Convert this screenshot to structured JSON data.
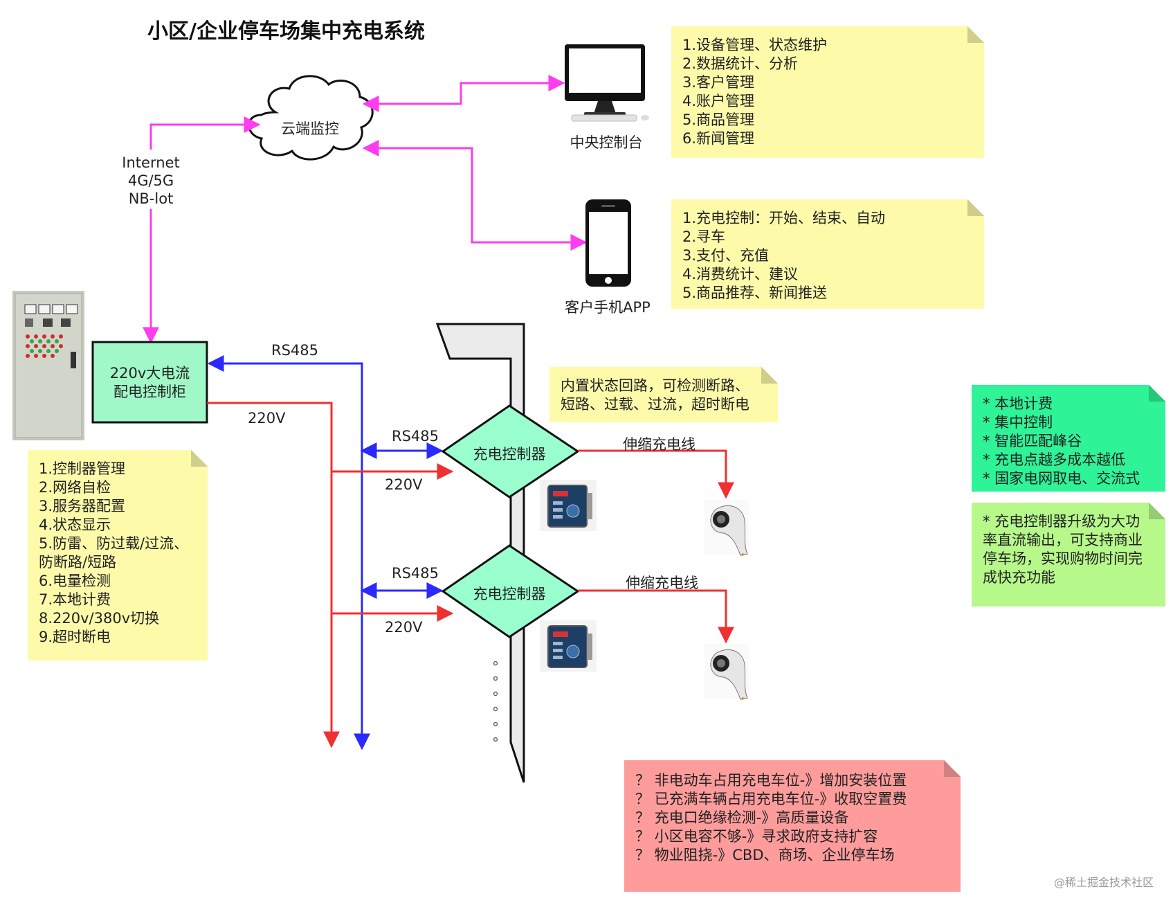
{
  "title": "小区/企业停车场集中充电系统",
  "cloud": {
    "label": "云端监控"
  },
  "network_lines": [
    "Internet",
    "4G/5G",
    "NB-lot"
  ],
  "central_console": {
    "label": "中央控制台"
  },
  "mobile_app": {
    "label": "客户手机APP"
  },
  "cabinet_box": {
    "lines": [
      "220v大电流",
      "配电控制柜"
    ]
  },
  "bus_labels": {
    "rs485_top": "RS485",
    "v220_top": "220V",
    "rs485": "RS485",
    "v220": "220V"
  },
  "controller_label": "充电控制器",
  "cable_label": "伸缩充电线",
  "colors": {
    "magenta": "#ff3cf0",
    "blue": "#2a2aff",
    "red": "#f03030",
    "diamond": "#9affce",
    "cabinet_box": "#a0f8c8"
  },
  "notes": {
    "console_features": [
      "1.设备管理、状态维护",
      "2.数据统计、分析",
      "3.客户管理",
      "4.账户管理",
      "5.商品管理",
      "6.新闻管理"
    ],
    "app_features": [
      "1.充电控制：开始、结束、自动",
      "2.寻车",
      "3.支付、充值",
      "4.消费统计、建议",
      "5.商品推荐、新闻推送"
    ],
    "controller_note": [
      "内置状态回路，可检测断路、",
      "短路、过载、过流，超时断电"
    ],
    "cabinet_features": [
      "1.控制器管理",
      "2.网络自检",
      "3.服务器配置",
      "4.状态显示",
      "5.防雷、防过载/过流、",
      "防断路/短路",
      "6.电量检测",
      "7.本地计费",
      "8.220v/380v切换",
      "9.超时断电"
    ],
    "advantages": [
      "* 本地计费",
      "* 集中控制",
      "* 智能匹配峰谷",
      "* 充电点越多成本越低",
      "* 国家电网取电、交流式"
    ],
    "upgrade": [
      "* 充电控制器升级为大功率直流输出，可支持商业停车场，实现购物时间完成快充功能"
    ],
    "issues": [
      "？ 非电动车占用充电车位-》增加安装位置",
      "？ 已充满车辆占用充电车位-》收取空置费",
      "？ 充电口绝缘检测-》高质量设备",
      "？ 小区电容不够-》寻求政府支持扩容",
      "？ 物业阻挠-》CBD、商场、企业停车场"
    ]
  },
  "watermark": "@稀土掘金技术社区"
}
